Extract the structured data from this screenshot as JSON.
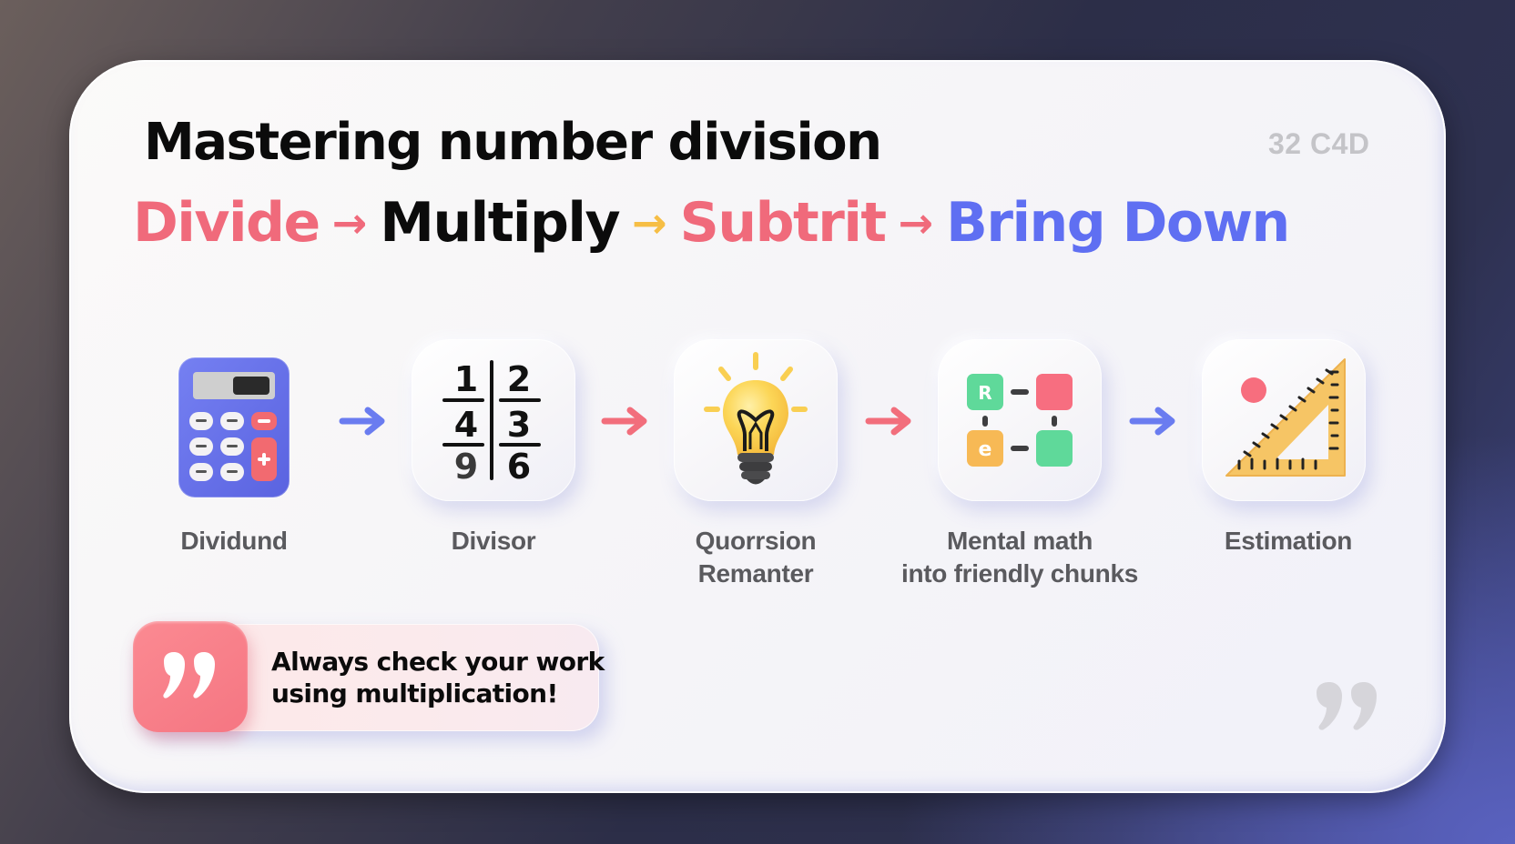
{
  "slide": {
    "title": "Mastering number division",
    "badge": "32 C4D",
    "steps": [
      {
        "label": "Divide",
        "color": "#f06a7b"
      },
      {
        "label": "Multiply",
        "color": "#0b0b0b"
      },
      {
        "label": "Subtrit",
        "color": "#f06a7b"
      },
      {
        "label": "Bring Down",
        "color": "#5f6ff2"
      }
    ],
    "step_arrows": [
      {
        "glyph": "→",
        "color": "#f06a7b"
      },
      {
        "glyph": "→",
        "color": "#f6be45"
      },
      {
        "glyph": "→",
        "color": "#f06a7b"
      }
    ]
  },
  "flow": {
    "items": [
      {
        "label_line1": "Dividund",
        "label_line2": "",
        "icon": "calculator-icon"
      },
      {
        "label_line1": "Divisor",
        "label_line2": "",
        "icon": "fraction-grid-icon",
        "grid": {
          "top": [
            "1",
            "2"
          ],
          "middle": [
            "4",
            "3"
          ],
          "bottom": [
            "9",
            "6"
          ]
        }
      },
      {
        "label_line1": "Quorrsion",
        "label_line2": "Remanter",
        "icon": "lightbulb-icon"
      },
      {
        "label_line1": "Mental math",
        "label_line2": "into friendly chunks",
        "icon": "chunk-blocks-icon",
        "blocks": [
          "R",
          "",
          "e",
          ""
        ]
      },
      {
        "label_line1": "Estimation",
        "label_line2": "",
        "icon": "set-square-ruler-icon"
      }
    ],
    "arrows": [
      {
        "color": "#6a7cf0"
      },
      {
        "color": "#f26e7c"
      },
      {
        "color": "#f26e7c"
      },
      {
        "color": "#6a7cf0"
      }
    ]
  },
  "tip": {
    "icon": "quote-icon",
    "line1": "Always check your work",
    "line2": "using multiplication!"
  },
  "decoration": {
    "icon": "quote-mark-icon"
  },
  "colors": {
    "accent_red": "#f06a7b",
    "accent_yellow": "#f6be45",
    "accent_blue": "#5f6ff2",
    "calculator_blue": "#6a73ee",
    "bulb_yellow": "#fbd35a",
    "block_green": "#5fd99a",
    "block_pink": "#f76e80",
    "block_orange": "#f7b955",
    "ruler_yellow": "#f6c565"
  }
}
